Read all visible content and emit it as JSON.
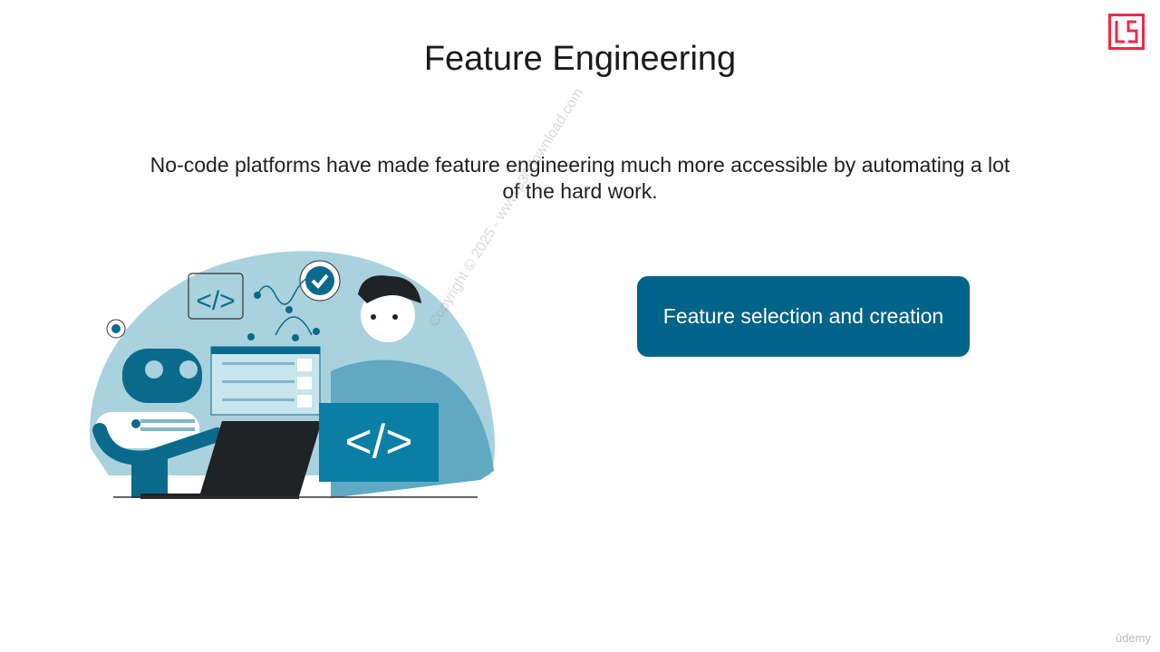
{
  "slide": {
    "title": "Feature Engineering",
    "subtitle": "No-code platforms have made feature engineering much more accessible by automating a lot of the hard work.",
    "card_label": "Feature selection and creation",
    "watermark": "Copyright © 2025 - www.p30download.com",
    "brand": "ūdemy",
    "logo_text": "LS"
  },
  "colors": {
    "accent": "#006389",
    "logo": "#f0284a",
    "illustration_bg": "#a9d2de"
  }
}
